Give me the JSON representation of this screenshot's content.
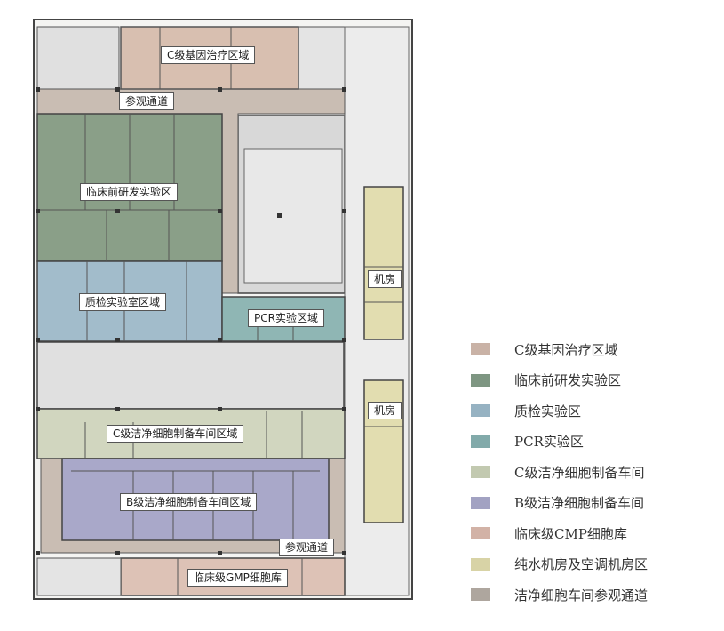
{
  "plan_labels": {
    "c_gene_therapy": "C级基因治疗区域",
    "visit_corridor_top": "参观通道",
    "preclinical": "临床前研发实验区",
    "qc": "质检实验室区域",
    "pcr": "PCR实验区域",
    "machine_room_1": "机房",
    "machine_room_2": "机房",
    "c_clean_cell": "C级洁净细胞制备车间区域",
    "b_clean_cell": "B级洁净细胞制备车间区域",
    "visit_corridor_bottom": "参观通道",
    "gmp_cell_bank": "临床级GMP细胞库"
  },
  "legend": [
    {
      "label": "C级基因治疗区域",
      "color": "#c9b2a6"
    },
    {
      "label": "临床前研发实验区",
      "color": "#7e9682"
    },
    {
      "label": "质检实验区",
      "color": "#96b2c2"
    },
    {
      "label": "PCR实验区",
      "color": "#82aaaa"
    },
    {
      "label": "C级洁净细胞制备车间",
      "color": "#c2c9b0"
    },
    {
      "label": "B级洁净细胞制备车间",
      "color": "#a2a2c2"
    },
    {
      "label": "临床级CMP细胞库",
      "color": "#d2b2a6"
    },
    {
      "label": "纯水机房及空调机房区",
      "color": "#d8d3a6"
    },
    {
      "label": "洁净细胞车间参观通道",
      "color": "#aea69e"
    }
  ]
}
